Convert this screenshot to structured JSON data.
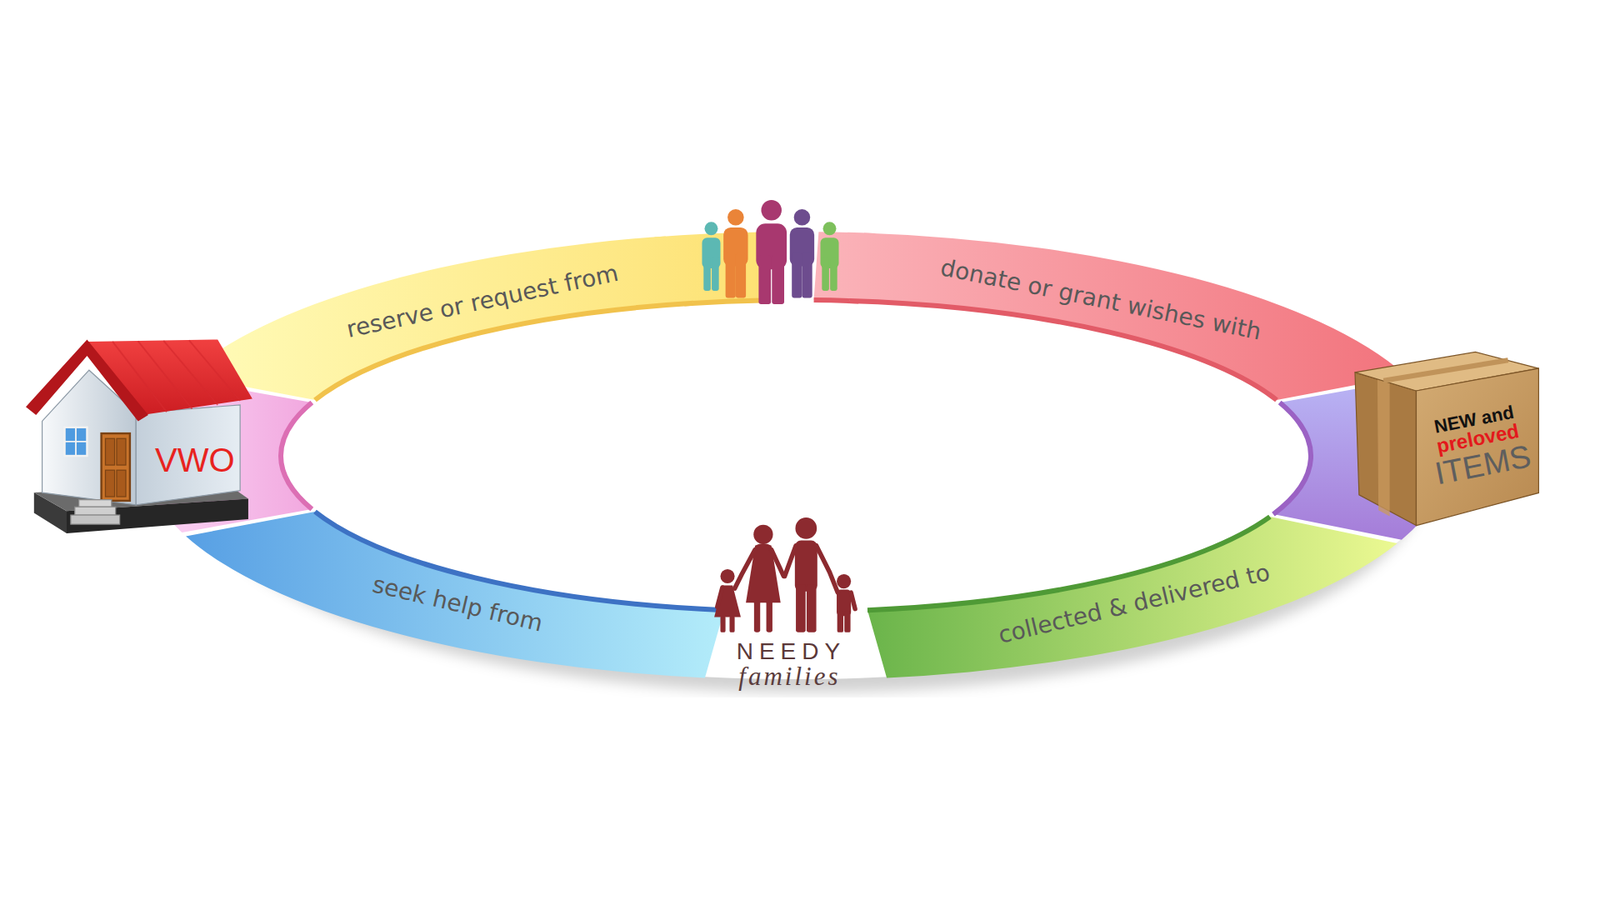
{
  "diagram": {
    "nodes": [
      {
        "text": [
          "reserve or request from"
        ]
      },
      {
        "text": [
          "donate or grant wishes with"
        ]
      },
      {
        "text": [
          "VWO"
        ]
      },
      {
        "text": [
          "NEW and",
          "preloved",
          "ITEMS"
        ]
      },
      {
        "text": [
          "seek help from"
        ]
      },
      {
        "text": [
          "NEEDY",
          "families"
        ]
      },
      {
        "text": [
          "collected & delivered to"
        ]
      }
    ]
  }
}
